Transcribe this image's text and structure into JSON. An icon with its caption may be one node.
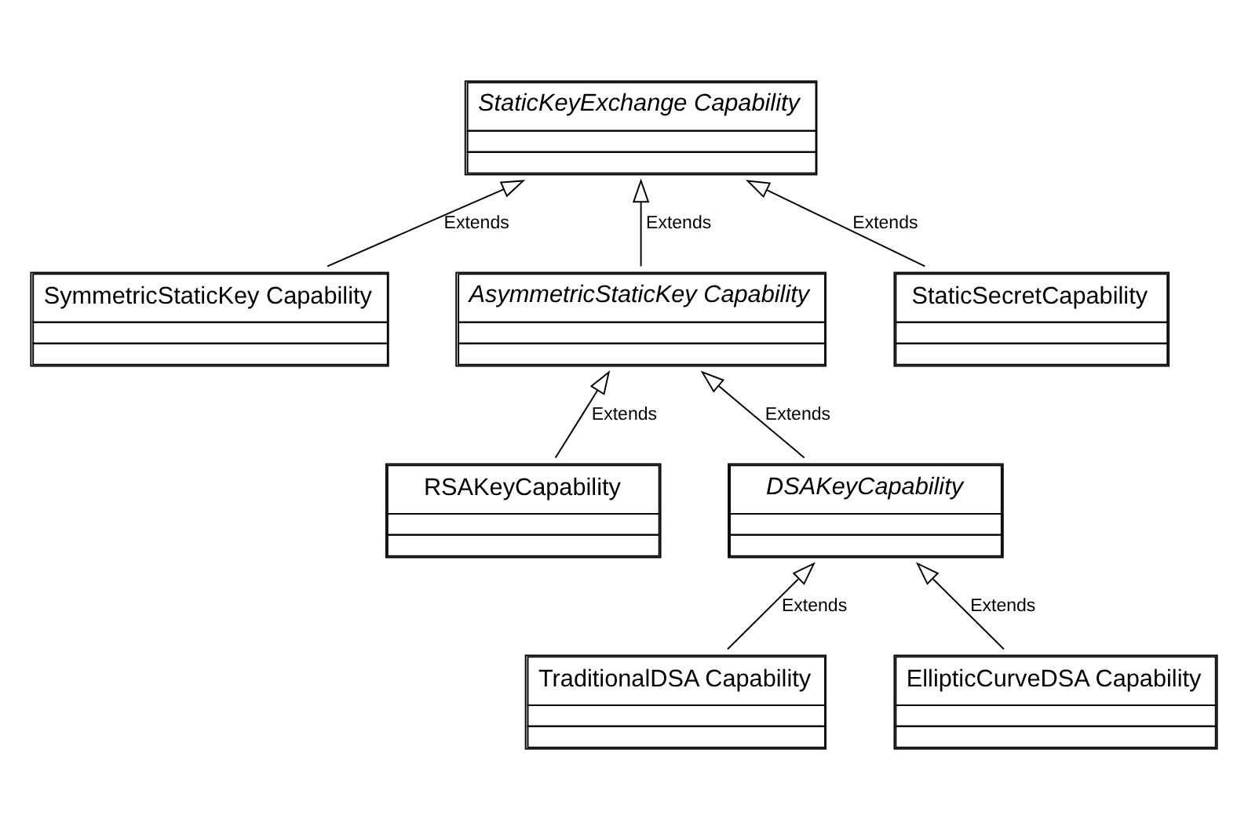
{
  "diagram": {
    "nodes": [
      {
        "text": [
          "StaticKeyExchange Capability"
        ]
      },
      {
        "text": [
          "SymmetricStaticKey Capability"
        ]
      },
      {
        "text": [
          "AsymmetricStaticKey Capability"
        ]
      },
      {
        "text": [
          "StaticSecretCapability"
        ]
      },
      {
        "text": [
          "RSAKeyCapability"
        ]
      },
      {
        "text": [
          "DSAKeyCapability"
        ]
      },
      {
        "text": [
          "TraditionalDSA Capability"
        ]
      },
      {
        "text": [
          "EllipticCurveDSA Capability"
        ]
      }
    ],
    "edges": [
      {
        "from": 1,
        "to": 0,
        "arrow": "to",
        "label": "Extends"
      },
      {
        "from": 2,
        "to": 0,
        "arrow": "to",
        "label": "Extends"
      },
      {
        "from": 3,
        "to": 0,
        "arrow": "to",
        "label": "Extends"
      },
      {
        "from": 4,
        "to": 2,
        "arrow": "to",
        "label": "Extends"
      },
      {
        "from": 5,
        "to": 2,
        "arrow": "to",
        "label": "Extends"
      },
      {
        "from": 6,
        "to": 5,
        "arrow": "to",
        "label": "Extends"
      },
      {
        "from": 7,
        "to": 5,
        "arrow": "to",
        "label": "Extends"
      }
    ]
  }
}
